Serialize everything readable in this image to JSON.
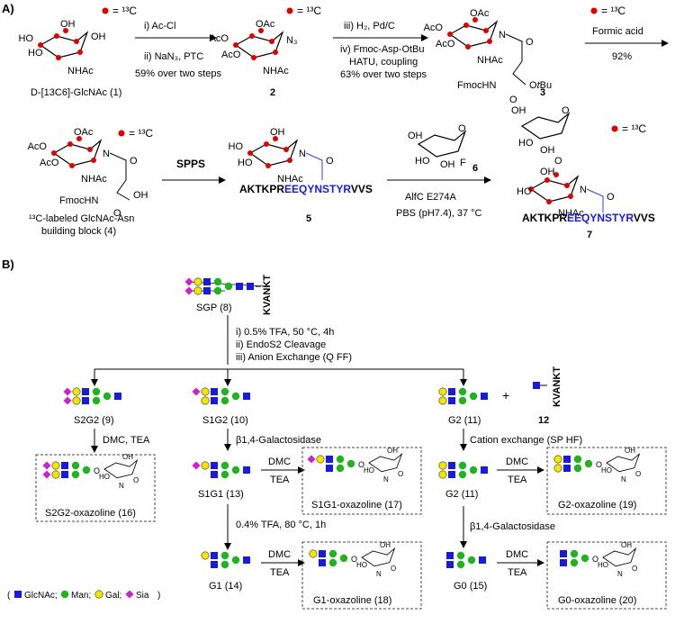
{
  "labelC13": "= ¹³C",
  "partA": {
    "heading": "A)",
    "c1": "D-[13C6]-GlcNAc (1)",
    "step1a": "i) Ac-Cl",
    "step1b": "ii) NaN₃, PTC",
    "step1c": "59% over two steps",
    "c2": "2",
    "step2a": "iii) H₂, Pd/C",
    "step2b": "iv) Fmoc-Asp-OtBu",
    "step2c": "HATU, coupling",
    "step2d": "63% over two steps",
    "c3": "3",
    "step3a": "Formic acid",
    "step3b": "92%",
    "c4a": "¹³C-labeled GlcNAc-Asn",
    "c4b": "building block (4)",
    "spps": "SPPS",
    "c5": "5",
    "peptide5": [
      "AKTKPR",
      "EEQYNSTYR",
      "VVS"
    ],
    "c6": "6",
    "enzyme": "AlfC E274A",
    "buffer": "PBS (pH7.4), 37 °C",
    "c7": "7",
    "peptide7": [
      "AKTKPR",
      "EEQYNSTYR",
      "VVS"
    ]
  },
  "partB": {
    "heading": "B)",
    "sgp": "SGP (8)",
    "kvankt": "KVANKT",
    "step_i": "i) 0.5% TFA, 50 °C, 4h",
    "step_ii": "ii) EndoS2 Cleavage",
    "step_iii": "iii) Anion Exchange (Q FF)",
    "s2g2": "S2G2 (9)",
    "s1g2": "S1G2 (10)",
    "g2": "G2 (11)",
    "plus": "+",
    "c12": "12",
    "dmc_tea": "DMC, TEA",
    "galactosidase": "β1,4-Galactosidase",
    "cation": "Cation exchange (SP HF)",
    "s2g2ox": "S2G2-oxazoline (16)",
    "s1g1": "S1G1 (13)",
    "s1g1ox": "S1G1-oxazoline (17)",
    "g2b": "G2 (11)",
    "g2ox": "G2-oxazoline (19)",
    "tfa": "0.4% TFA, 80 °C, 1h",
    "galactosidase2": "β1,4-Galactosidase",
    "g1": "G1 (14)",
    "g1ox": "G1-oxazoline (18)",
    "g0": "G0 (15)",
    "g0ox": "G0-oxazoline (20)",
    "dmc": "DMC",
    "tea": "TEA",
    "legend": "( ■ GlcNAc; ● Man; ● Gal; ◆ Sia )"
  },
  "colors": {
    "glcnac": "#1a1adb",
    "man": "#1fb31f",
    "gal": "#f2e600",
    "sia": "#cc22cc",
    "c13": "#e00000",
    "peptideBlue": "#1a1adb"
  }
}
